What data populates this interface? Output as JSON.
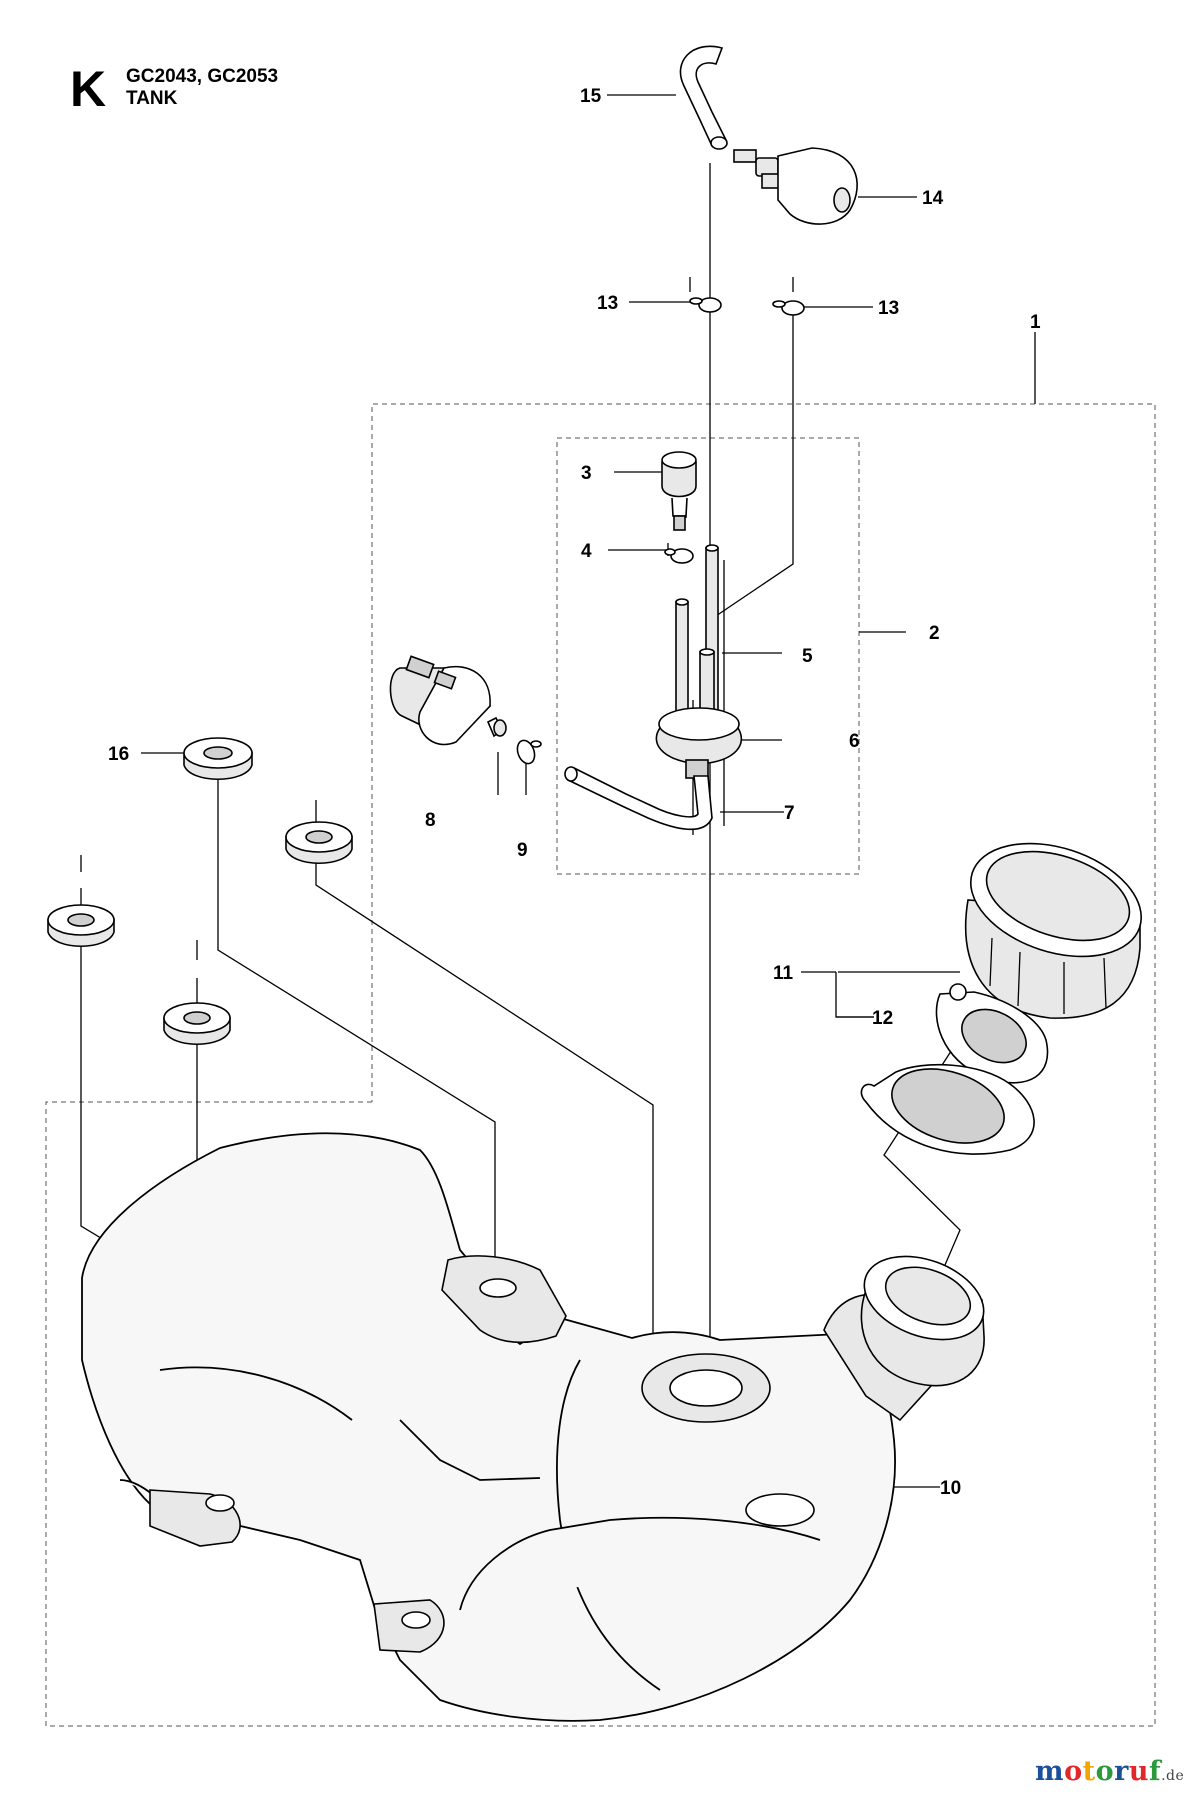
{
  "header": {
    "section_letter": "K",
    "models": "GC2043, GC2053",
    "title": "TANK"
  },
  "callouts": [
    "15",
    "14",
    "13",
    "13",
    "1",
    "3",
    "4",
    "2",
    "5",
    "6",
    "7",
    "8",
    "9",
    "16",
    "11",
    "12",
    "10"
  ],
  "watermark": {
    "m": "m",
    "o1": "o",
    "t": "t",
    "o2": "o",
    "r": "r",
    "u": "u",
    "f": "f",
    "tld": ".de",
    "colors": [
      "#1b4f9c",
      "#e3262a",
      "#f0a500",
      "#2c9a3c",
      "#1b4f9c",
      "#e3262a",
      "#2c9a3c"
    ]
  }
}
